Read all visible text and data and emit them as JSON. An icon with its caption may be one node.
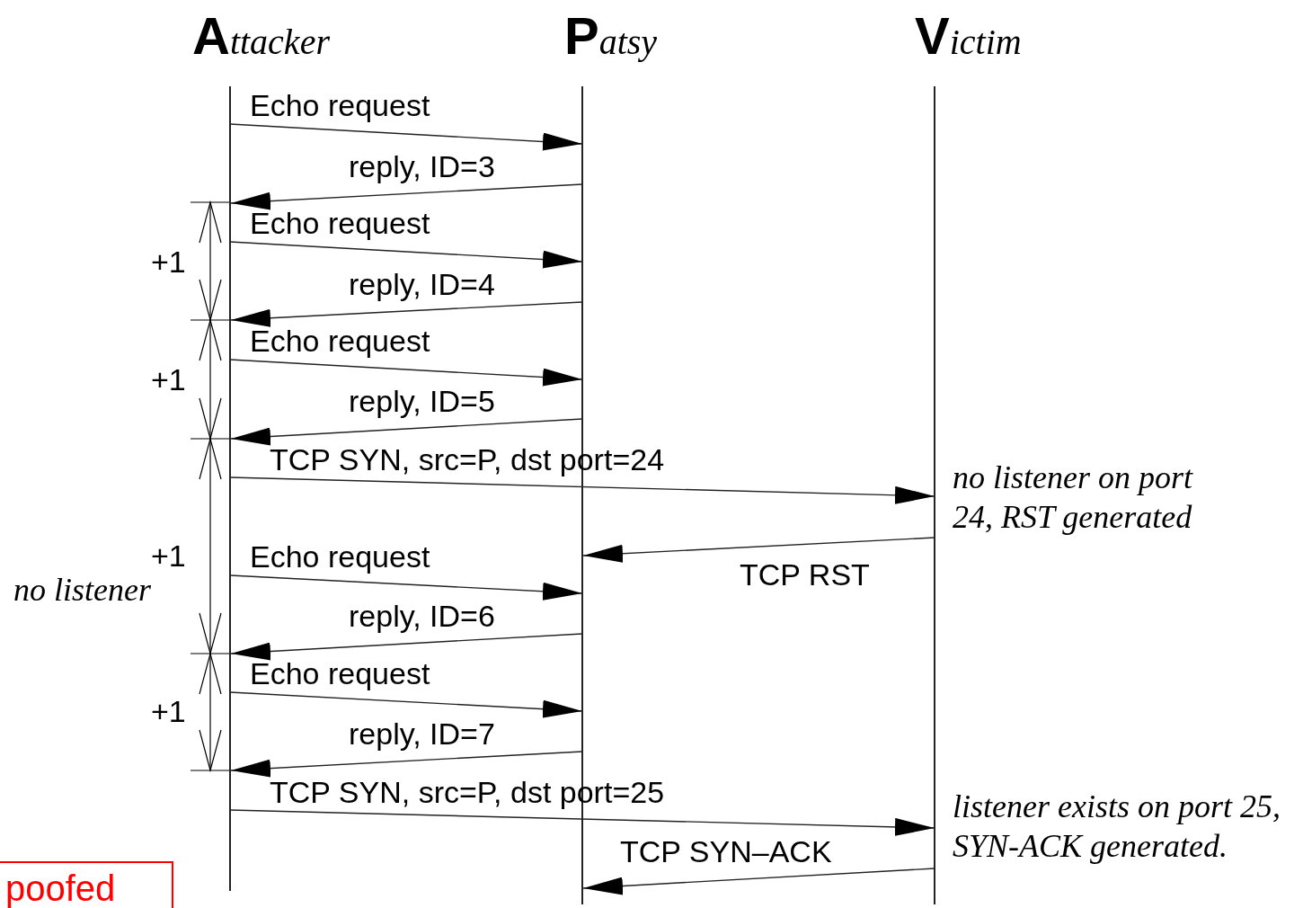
{
  "diagram": {
    "nodes": [
      {
        "text": [
          "Attacker"
        ]
      },
      {
        "text": [
          "Patsy"
        ]
      },
      {
        "text": [
          "Victim"
        ]
      },
      {
        "text": [
          "poofed"
        ]
      }
    ],
    "edges": [
      {
        "from": 0,
        "to": 1,
        "arrow": "to",
        "label": "Echo request"
      },
      {
        "from": 1,
        "to": 0,
        "arrow": "to",
        "label": "reply, ID=3"
      },
      {
        "from": 0,
        "to": 1,
        "arrow": "to",
        "label": "Echo request"
      },
      {
        "from": 1,
        "to": 0,
        "arrow": "to",
        "label": "reply, ID=4"
      },
      {
        "from": 0,
        "to": 1,
        "arrow": "to",
        "label": "Echo request"
      },
      {
        "from": 1,
        "to": 0,
        "arrow": "to",
        "label": "reply, ID=5"
      },
      {
        "from": 0,
        "to": 2,
        "arrow": "to",
        "label": "TCP SYN, src=P, dst port=24"
      },
      {
        "from": 2,
        "to": 1,
        "arrow": "to",
        "label": "TCP RST"
      },
      {
        "from": 0,
        "to": 1,
        "arrow": "to",
        "label": "Echo request"
      },
      {
        "from": 1,
        "to": 0,
        "arrow": "to",
        "label": "reply, ID=6"
      },
      {
        "from": 0,
        "to": 1,
        "arrow": "to",
        "label": "Echo request"
      },
      {
        "from": 1,
        "to": 0,
        "arrow": "to",
        "label": "reply, ID=7"
      },
      {
        "from": 0,
        "to": 2,
        "arrow": "to",
        "label": "TCP SYN, src=P, dst port=25"
      },
      {
        "from": 2,
        "to": 1,
        "arrow": "to",
        "label": "TCP SYN–ACK"
      }
    ],
    "labels": [
      "+1",
      "+1",
      "no listener on port 24, RST generated",
      "+1",
      "no listener",
      "+1",
      "listener exists on port 25, SYN-ACK generated."
    ]
  }
}
